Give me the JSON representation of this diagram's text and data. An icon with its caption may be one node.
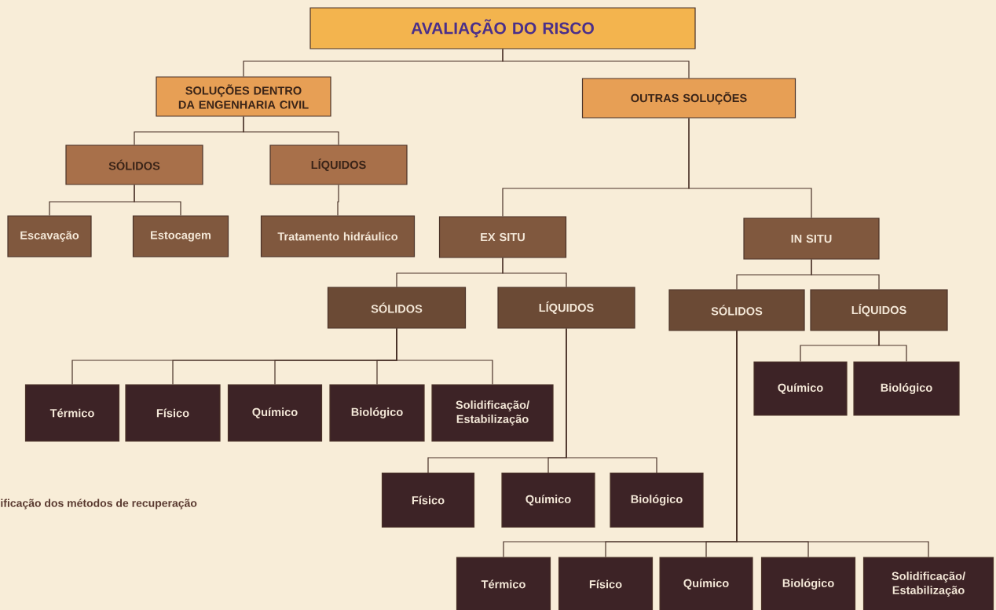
{
  "diagram": {
    "caption": "ificação dos métodos de recuperação",
    "nodes": [
      {
        "text": [
          "AVALIAÇÃO DO RISCO"
        ]
      },
      {
        "text": [
          "SOLUÇÕES DENTRO DA ENGENHARIA CIVIL"
        ]
      },
      {
        "text": [
          "OUTRAS SOLUÇÕES"
        ]
      },
      {
        "text": [
          "SÓLIDOS"
        ]
      },
      {
        "text": [
          "LÍQUIDOS"
        ]
      },
      {
        "text": [
          "Escavação"
        ]
      },
      {
        "text": [
          "Estocagem"
        ]
      },
      {
        "text": [
          "Tratamento hidráulico"
        ]
      },
      {
        "text": [
          "EX SITU"
        ]
      },
      {
        "text": [
          "IN SITU"
        ]
      },
      {
        "text": [
          "SÓLIDOS"
        ]
      },
      {
        "text": [
          "LÍQUIDOS"
        ]
      },
      {
        "text": [
          "SÓLIDOS"
        ]
      },
      {
        "text": [
          "LÍQUIDOS"
        ]
      },
      {
        "text": [
          "Térmico"
        ]
      },
      {
        "text": [
          "Físico"
        ]
      },
      {
        "text": [
          "Químico"
        ]
      },
      {
        "text": [
          "Biológico"
        ]
      },
      {
        "text": [
          "Solidificação/ Estabilização"
        ]
      },
      {
        "text": [
          "Químico"
        ]
      },
      {
        "text": [
          "Biológico"
        ]
      },
      {
        "text": [
          "Físico"
        ]
      },
      {
        "text": [
          "Químico"
        ]
      },
      {
        "text": [
          "Biológico"
        ]
      },
      {
        "text": [
          "Térmico"
        ]
      },
      {
        "text": [
          "Físico"
        ]
      },
      {
        "text": [
          "Químico"
        ]
      },
      {
        "text": [
          "Biológico"
        ]
      },
      {
        "text": [
          "Solidificação/ Estabilização"
        ]
      }
    ],
    "edges": [
      {
        "from": 0,
        "to": 1,
        "arrow": "none"
      },
      {
        "from": 0,
        "to": 2,
        "arrow": "none"
      },
      {
        "from": 1,
        "to": 3,
        "arrow": "none"
      },
      {
        "from": 1,
        "to": 4,
        "arrow": "none"
      },
      {
        "from": 3,
        "to": 5,
        "arrow": "none"
      },
      {
        "from": 3,
        "to": 6,
        "arrow": "none"
      },
      {
        "from": 4,
        "to": 7,
        "arrow": "none"
      },
      {
        "from": 2,
        "to": 8,
        "arrow": "none"
      },
      {
        "from": 2,
        "to": 9,
        "arrow": "none"
      },
      {
        "from": 8,
        "to": 10,
        "arrow": "none"
      },
      {
        "from": 8,
        "to": 11,
        "arrow": "none"
      },
      {
        "from": 9,
        "to": 12,
        "arrow": "none"
      },
      {
        "from": 9,
        "to": 13,
        "arrow": "none"
      },
      {
        "from": 10,
        "to": 14,
        "arrow": "none"
      },
      {
        "from": 10,
        "to": 15,
        "arrow": "none"
      },
      {
        "from": 10,
        "to": 16,
        "arrow": "none"
      },
      {
        "from": 10,
        "to": 17,
        "arrow": "none"
      },
      {
        "from": 10,
        "to": 18,
        "arrow": "none"
      },
      {
        "from": 13,
        "to": 19,
        "arrow": "none"
      },
      {
        "from": 13,
        "to": 20,
        "arrow": "none"
      },
      {
        "from": 11,
        "to": 21,
        "arrow": "none"
      },
      {
        "from": 11,
        "to": 22,
        "arrow": "none"
      },
      {
        "from": 11,
        "to": 23,
        "arrow": "none"
      },
      {
        "from": 12,
        "to": 24,
        "arrow": "none"
      },
      {
        "from": 12,
        "to": 25,
        "arrow": "none"
      },
      {
        "from": 12,
        "to": 26,
        "arrow": "none"
      },
      {
        "from": 12,
        "to": 27,
        "arrow": "none"
      },
      {
        "from": 12,
        "to": 28,
        "arrow": "none"
      }
    ]
  }
}
